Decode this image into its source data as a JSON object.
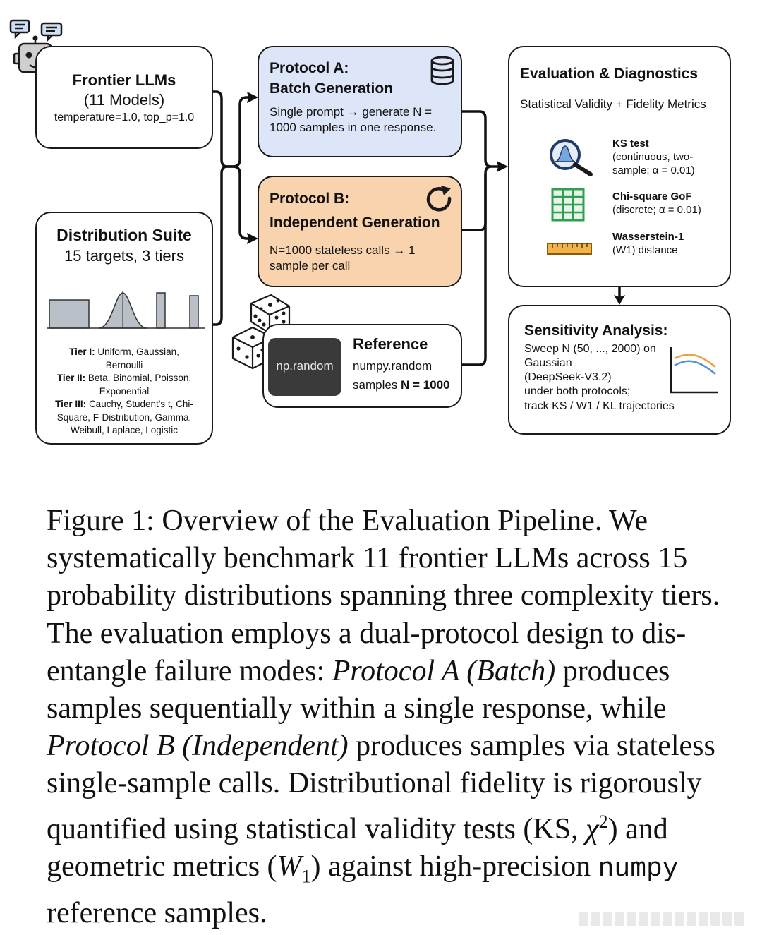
{
  "frontier": {
    "title": "Frontier LLMs",
    "subtitle": "(11 Models)",
    "params": "temperature=1.0, top_p=1.0"
  },
  "suite": {
    "title": "Distribution Suite",
    "subtitle": "15 targets, 3 tiers",
    "tier1_label": "Tier I:",
    "tier1_text": "Uniform, Gaussian,",
    "tier1_text2": "Bernoulli",
    "tier2_label": "Tier II:",
    "tier2_text": "Beta, Binomial, Poisson,",
    "tier2_text2": "Exponential",
    "tier3_label": "Tier III:",
    "tier3_text": "Cauchy, Student's t, Chi-",
    "tier3_text2": "Square, F-Distribution, Gamma,",
    "tier3_text3": "Weibull, Laplace, Logistic"
  },
  "protocol_a": {
    "title1": "Protocol A:",
    "title2": "Batch Generation",
    "desc1": "Single prompt → generate N =",
    "desc2": "1000 samples in one response.",
    "bg": "#dde6f8"
  },
  "protocol_b": {
    "title1": "Protocol B:",
    "title2": "Independent Generation",
    "desc1": "N=1000 stateless calls → 1",
    "desc2": "sample per call",
    "bg": "#f9d3ad"
  },
  "reference": {
    "title": "Reference",
    "chip": "np.random",
    "desc1": "numpy.random",
    "desc2_prefix": "samples ",
    "desc2_bold": "N = 1000"
  },
  "evaluation": {
    "title": "Evaluation & Diagnostics",
    "subtitle": "Statistical Validity + Fidelity Metrics",
    "ks_title": "KS test",
    "ks_desc1": "(continuous, two-",
    "ks_desc2": "sample; α = 0.01)",
    "chi_title": "Chi-square GoF",
    "chi_desc": "(discrete; α = 0.01)",
    "w_title": "Wasserstein-1",
    "w_desc": "(W1) distance"
  },
  "sensitivity": {
    "title": "Sensitivity Analysis:",
    "line1": "Sweep N (50, ..., 2000) on",
    "line2": "Gaussian",
    "line3": "(DeepSeek-V3.2)",
    "line4": "under both protocols;",
    "line5": "track KS / W1 / KL trajectories"
  },
  "caption": {
    "l1": "Figure 1:  Overview of the Evaluation Pipeline.  We",
    "l2": "systematically benchmark 11 frontier LLMs across 15",
    "l3": "probability distributions spanning three complexity tiers.",
    "l4": "The evaluation employs a dual-protocol design to dis-",
    "l5a": "entangle failure modes: ",
    "l5b": "Protocol A (Batch)",
    "l5c": " produces",
    "l6": "samples sequentially within a single response, while",
    "l7a": "Protocol B (Independent)",
    "l7b": " produces samples via stateless",
    "l8": "single-sample calls. Distributional fidelity is rigorously",
    "l9a": "quantified using statistical validity tests (KS, ",
    "l9b": "χ",
    "l9c": "2",
    "l9d": ") and",
    "l10a": "geometric metrics (",
    "l10b": "W",
    "l10c": "1",
    "l10d": ") against high-precision ",
    "l10e": "numpy",
    "l11": "reference samples."
  },
  "icons": [
    "robot-icon",
    "database-icon",
    "refresh-icon",
    "dice-icon",
    "magnifier-icon",
    "table-icon",
    "ruler-icon",
    "trend-chart-icon"
  ],
  "colors": {
    "protocol_a_fill": "#dde6f8",
    "protocol_b_fill": "#f9d3ad",
    "chip_bg": "#3a3a3a",
    "line_orange": "#f0a040",
    "line_blue": "#5b8fd6",
    "table_green": "#2e9e4f"
  }
}
